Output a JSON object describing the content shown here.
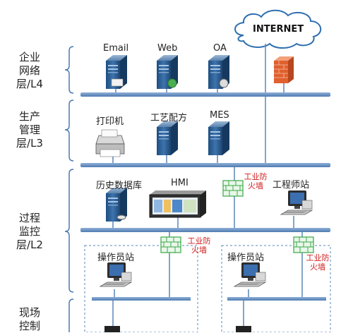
{
  "cloud": {
    "label": "INTERNET"
  },
  "layers": {
    "enterprise": {
      "line1": "企业",
      "line2": "网络",
      "line3": "层/L4"
    },
    "management": {
      "line1": "生产",
      "line2": "管理",
      "line3": "层/L3"
    },
    "process": {
      "line1": "过程",
      "line2": "监控",
      "line3": "层/L2"
    },
    "field": {
      "line1": "现场",
      "line2": "控制"
    }
  },
  "enterprise_nodes": {
    "email": "Email",
    "web": "Web",
    "oa": "OA"
  },
  "management_nodes": {
    "printer": "打印机",
    "recipe": "工艺配方",
    "mes": "MES"
  },
  "process_nodes": {
    "historian": "历史数据库",
    "hmi": "HMI",
    "engineer": "工程师站"
  },
  "firewalls": {
    "fw1": {
      "line1": "工业防",
      "line2": "火墙"
    },
    "fw2": {
      "line1": "工业防",
      "line2": "火墙"
    },
    "fw3": {
      "line1": "工业防",
      "line2": "火墙"
    }
  },
  "operators": {
    "left": "操作员站",
    "right": "操作员站"
  },
  "colors": {
    "bus": "#5b87b8",
    "server": "#2f5c8f",
    "firewall_green": "#3aa845",
    "firewall_text": "#d02020",
    "bracket": "#4a7ab0"
  }
}
